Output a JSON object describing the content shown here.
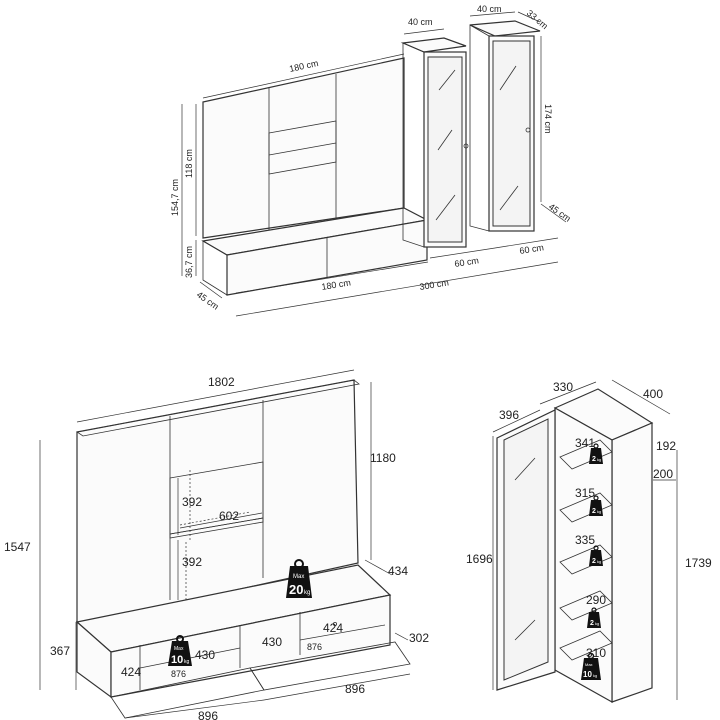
{
  "top_view": {
    "width_main": "180 cm",
    "height_total": "154,7 cm",
    "height_panel": "118 cm",
    "height_base": "36,7 cm",
    "depth_base": "45 cm",
    "width_base": "180 cm",
    "width_overall": "300 cm",
    "cabinet_width_1": "40 cm",
    "cabinet_width_2": "40 cm",
    "cabinet_depth_top": "33 cm",
    "cabinet_height": "174 cm",
    "cabinet_depth_bottom": "45 cm",
    "cabinet_spacing_1": "60 cm",
    "cabinet_spacing_2": "60 cm"
  },
  "tv_unit": {
    "width": "1802",
    "height_panel": "1180",
    "height_total": "1547",
    "shelf_h_1": "392",
    "shelf_h_2": "392",
    "shelf_w": "602",
    "depth": "434",
    "base_height": "367",
    "base_depth": "302",
    "inner_left_w": "424",
    "inner_left_h": "430",
    "inner_left_span": "876",
    "inner_right_h": "430",
    "inner_right_w": "424",
    "inner_right_span": "876",
    "drawer_right_w": "896",
    "drawer_left_w": "896",
    "max_load_top": {
      "label": "Max",
      "value": "20",
      "unit": "kg"
    },
    "max_load_inner": {
      "label": "Max",
      "value": "10",
      "unit": "kg"
    }
  },
  "cabinet": {
    "top_width": "330",
    "top_depth": "400",
    "door_width": "396",
    "top_clearance": "192",
    "inner_depth": "200",
    "height_left": "1696",
    "height_right": "1739",
    "shelf_spacings": [
      "341",
      "315",
      "335",
      "290",
      "310"
    ],
    "shelf_loads": [
      {
        "value": "2",
        "unit": "kg"
      },
      {
        "value": "2",
        "unit": "kg"
      },
      {
        "value": "2",
        "unit": "kg"
      },
      {
        "value": "2",
        "unit": "kg"
      },
      {
        "label": "Max",
        "value": "10",
        "unit": "kg"
      }
    ]
  }
}
